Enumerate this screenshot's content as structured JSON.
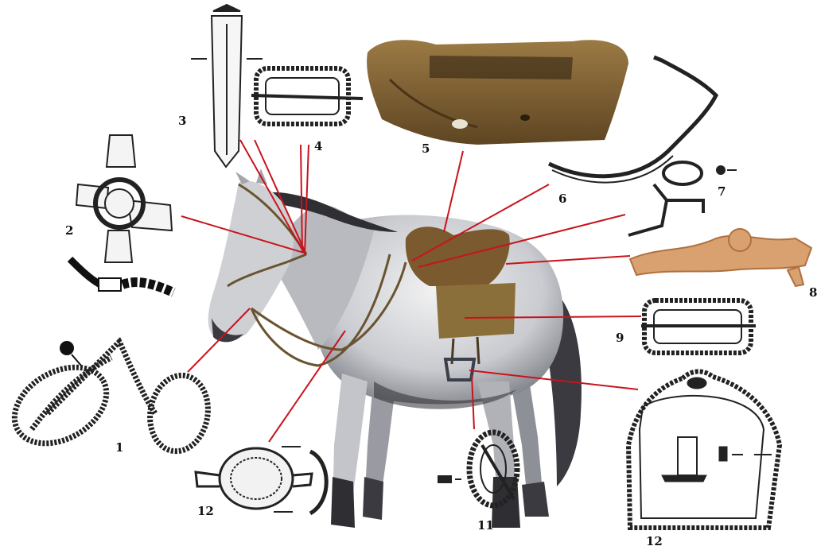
{
  "labels": {
    "n1": "1",
    "n2": "2",
    "n3": "3",
    "n4": "4",
    "n5": "5",
    "n6": "6",
    "n7": "7",
    "n8": "8",
    "n9": "9",
    "n11": "11",
    "n12a": "12",
    "n12b": "12"
  },
  "colors": {
    "leader": "#c8141c",
    "drawing": "#222222",
    "horse_coat": "#d9dadd",
    "horse_dark": "#2e2e33",
    "saddle": "#7a5a2e",
    "wood": "#8a6a3a",
    "rust": "#d9a070"
  }
}
